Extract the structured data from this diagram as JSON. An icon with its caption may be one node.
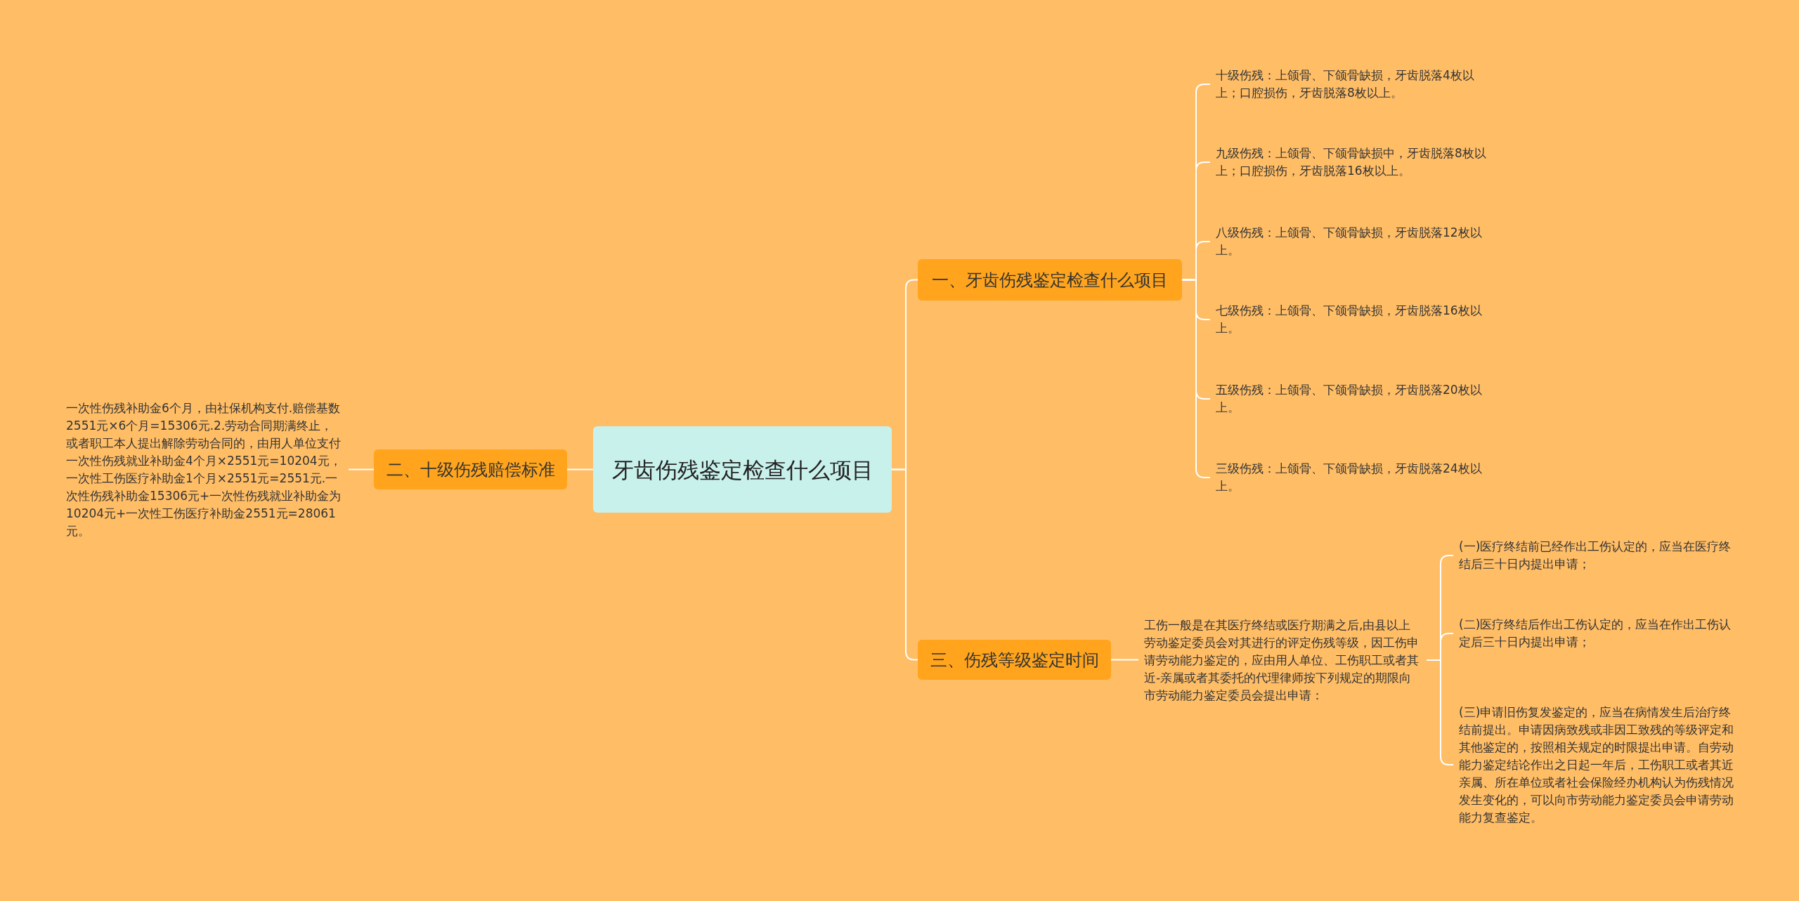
{
  "diagram": {
    "nodes": [
      {
        "text": [
          "牙齿伤残鉴定检查什么项目"
        ]
      },
      {
        "text": [
          "一、牙齿伤残鉴定检查什么项目"
        ]
      },
      {
        "text": [
          "十级伤残：上颌骨、下颌骨缺损，牙齿脱落4枚以上；口腔损伤，牙齿脱落8枚以上。"
        ]
      },
      {
        "text": [
          "九级伤残：上颌骨、下颌骨缺损中，牙齿脱落8枚以上；口腔损伤，牙齿脱落16枚以上。"
        ]
      },
      {
        "text": [
          "八级伤残：上颌骨、下颌骨缺损，牙齿脱落12枚以上。"
        ]
      },
      {
        "text": [
          "七级伤残：上颌骨、下颌骨缺损，牙齿脱落16枚以上。"
        ]
      },
      {
        "text": [
          "五级伤残：上颌骨、下颌骨缺损，牙齿脱落20枚以上。"
        ]
      },
      {
        "text": [
          "三级伤残：上颌骨、下颌骨缺损，牙齿脱落24枚以上。"
        ]
      },
      {
        "text": [
          "二、十级伤残赔偿标准"
        ]
      },
      {
        "text": [
          "一次性伤残补助金6个月，由社保机构支付.赔偿基数2551元×6个月=15306元.2.劳动合同期满终止，或者职工本人提出解除劳动合同的，由用人单位支付一次性伤残就业补助金4个月×2551元=10204元，一次性工伤医疗补助金1个月×2551元=2551元.一次性伤残补助金15306元+一次性伤残就业补助金为10204元+一次性工伤医疗补助金2551元=28061元。"
        ]
      },
      {
        "text": [
          "三、伤残等级鉴定时间"
        ]
      },
      {
        "text": [
          "工伤一般是在其医疗终结或医疗期满之后,由县以上劳动鉴定委员会对其进行的评定伤残等级，因工伤申请劳动能力鉴定的，应由用人单位、工伤职工或者其近-亲属或者其委托的代理律师按下列规定的期限向市劳动能力鉴定委员会提出申请："
        ]
      },
      {
        "text": [
          "(一)医疗终结前已经作出工伤认定的，应当在医疗终结后三十日内提出申请；"
        ]
      },
      {
        "text": [
          "(二)医疗终结后作出工伤认定的，应当在作出工伤认定后三十日内提出申请；"
        ]
      },
      {
        "text": [
          "(三)申请旧伤复发鉴定的，应当在病情发生后治疗终结前提出。申请因病致残或非因工致残的等级评定和其他鉴定的，按照相关规定的时限提出申请。自劳动能力鉴定结论作出之日起一年后，工伤职工或者其近亲属、所在单位或者社会保险经办机构认为伤残情况发生变化的，可以向市劳动能力鉴定委员会申请劳动能力复查鉴定。"
        ]
      }
    ],
    "edges": [
      {
        "from": 0,
        "to": 1,
        "arrow": "none"
      },
      {
        "from": 1,
        "to": 2,
        "arrow": "none"
      },
      {
        "from": 1,
        "to": 3,
        "arrow": "none"
      },
      {
        "from": 1,
        "to": 4,
        "arrow": "none"
      },
      {
        "from": 1,
        "to": 5,
        "arrow": "none"
      },
      {
        "from": 1,
        "to": 6,
        "arrow": "none"
      },
      {
        "from": 1,
        "to": 7,
        "arrow": "none"
      },
      {
        "from": 0,
        "to": 8,
        "arrow": "none"
      },
      {
        "from": 8,
        "to": 9,
        "arrow": "none"
      },
      {
        "from": 0,
        "to": 10,
        "arrow": "none"
      },
      {
        "from": 10,
        "to": 11,
        "arrow": "none"
      },
      {
        "from": 11,
        "to": 12,
        "arrow": "none"
      },
      {
        "from": 11,
        "to": 13,
        "arrow": "none"
      },
      {
        "from": 11,
        "to": 14,
        "arrow": "none"
      }
    ]
  }
}
